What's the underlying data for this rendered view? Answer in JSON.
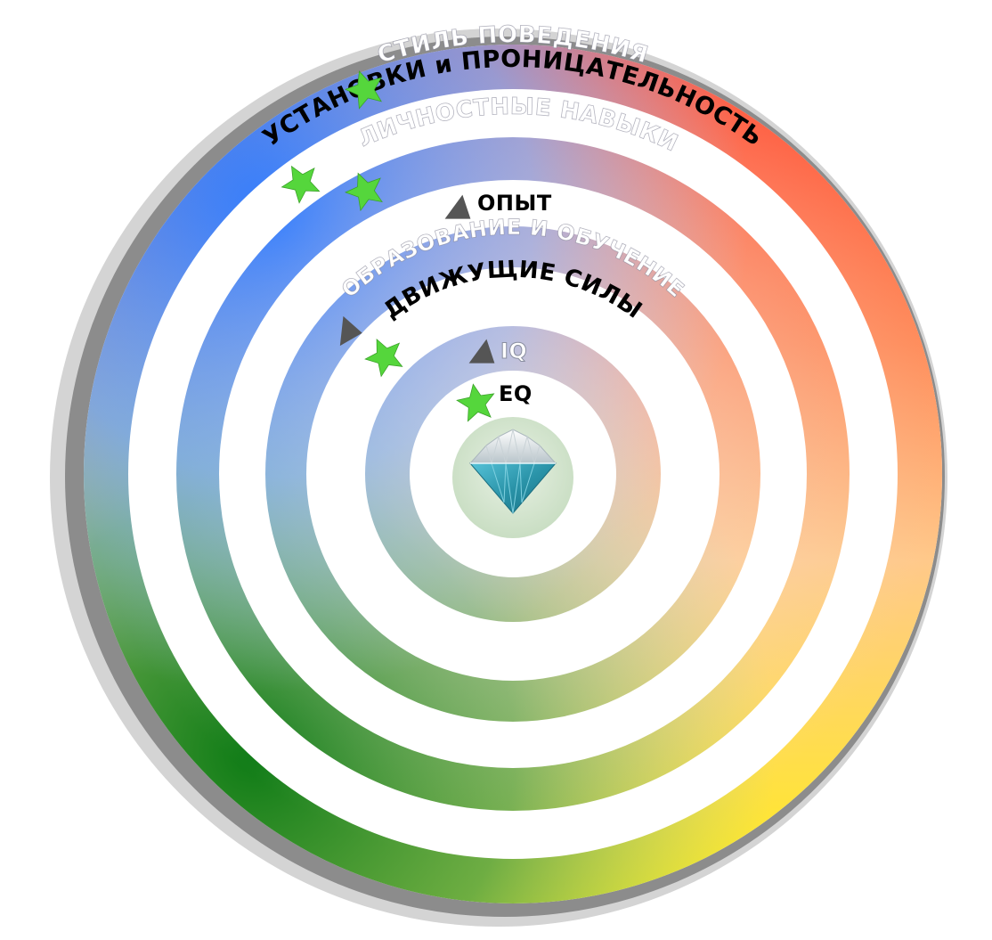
{
  "labels": {
    "style": "СТИЛЬ ПОВЕДЕНИЯ",
    "attitudes": "УСТАНОВКИ и ПРОНИЦАТЕЛЬНОСТЬ",
    "personal_skills": "ЛИЧНОСТНЫЕ НАВЫКИ",
    "experience": "ОПЫТ",
    "education": "ОБРАЗОВАНИЕ И ОБУЧЕНИЕ",
    "drivers": "ДВИЖУЩИЕ СИЛЫ",
    "iq": "IQ",
    "eq": "EQ"
  },
  "markers": {
    "style": "star",
    "attitudes": "star",
    "personal_skills": "star",
    "experience": "triangle",
    "education": "triangle",
    "drivers": "star",
    "iq": "triangle",
    "eq": "star"
  },
  "icons": {
    "center": "diamond-icon",
    "star": "green-star-icon",
    "triangle": "gray-triangle-icon"
  },
  "colors": {
    "blue": "#1a6fff",
    "red": "#ff4a33",
    "yellow": "#ffee1a",
    "green": "#0c7a14",
    "star": "#55d63c",
    "triangle": "#555555",
    "outer_ring_light": "#d4d4d4",
    "outer_ring_dark": "#8c8c8c",
    "diamond": "#2a93a8"
  }
}
